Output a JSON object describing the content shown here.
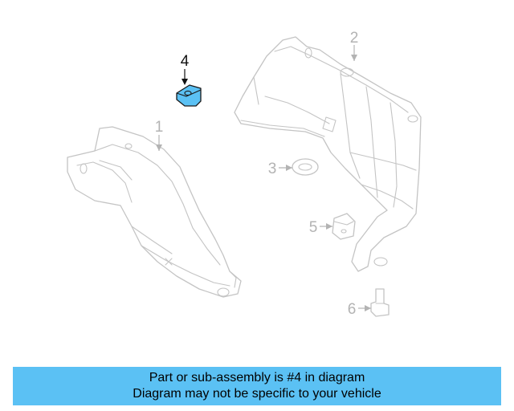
{
  "diagram": {
    "callouts": [
      {
        "number": "1",
        "highlighted": false
      },
      {
        "number": "2",
        "highlighted": false
      },
      {
        "number": "3",
        "highlighted": false
      },
      {
        "number": "4",
        "highlighted": true
      },
      {
        "number": "5",
        "highlighted": false
      },
      {
        "number": "6",
        "highlighted": false
      }
    ],
    "highlight_color": "#5bc1f4",
    "part_outline_color": "#c4c4c4"
  },
  "banner": {
    "line1": "Part or sub-assembly is #4 in diagram",
    "line2": "Diagram may not be specific to your vehicle",
    "background_color": "#5bc1f4"
  }
}
